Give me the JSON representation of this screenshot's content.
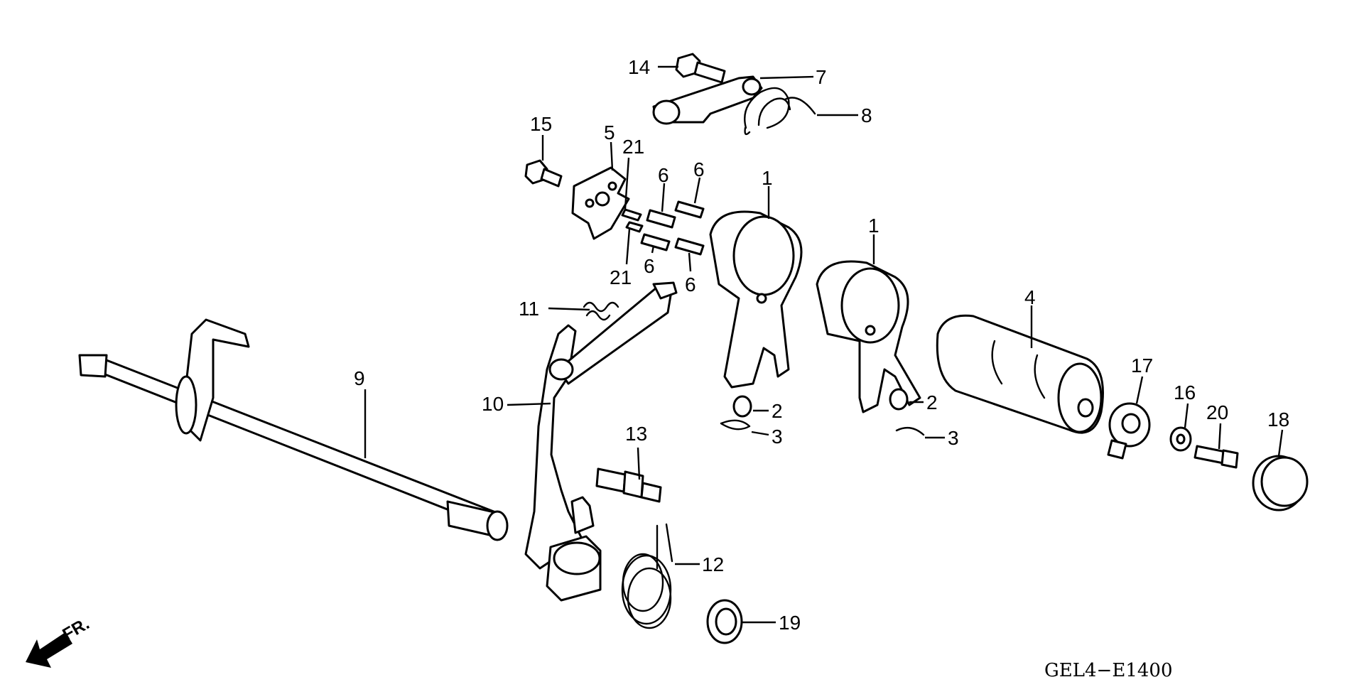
{
  "diagram": {
    "code": "GEL4−E1400",
    "front_label": "FR.",
    "callouts": [
      "1",
      "1",
      "2",
      "2",
      "3",
      "3",
      "4",
      "5",
      "6",
      "6",
      "6",
      "6",
      "7",
      "8",
      "9",
      "10",
      "11",
      "12",
      "13",
      "14",
      "15",
      "16",
      "17",
      "18",
      "19",
      "20",
      "21",
      "21"
    ]
  }
}
